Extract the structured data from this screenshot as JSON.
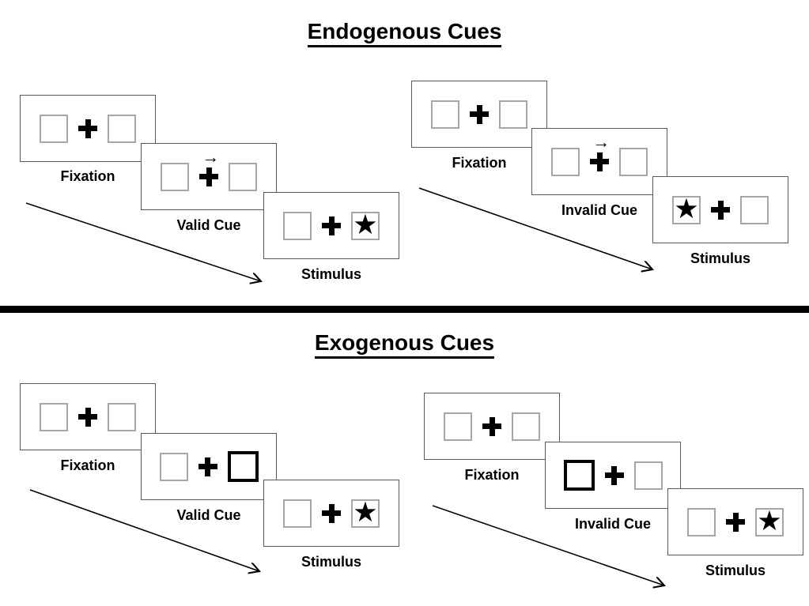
{
  "icons": {
    "star": "★",
    "cue_arrow": "→"
  },
  "colors": {
    "panel_border": "#595959",
    "box_border": "#a6a6a6",
    "cue_highlight_border": "#000000",
    "divider": "#000000",
    "text": "#000000",
    "background": "#ffffff"
  },
  "sections": [
    {
      "id": "endogenous",
      "title": "Endogenous Cues",
      "groups": [
        {
          "id": "valid",
          "cue_style": "central-arrow",
          "cue_direction": "right",
          "stimulus_side": "right",
          "panels": [
            {
              "label": "Fixation"
            },
            {
              "label": "Valid Cue"
            },
            {
              "label": "Stimulus"
            }
          ]
        },
        {
          "id": "invalid",
          "cue_style": "central-arrow",
          "cue_direction": "right",
          "stimulus_side": "left",
          "panels": [
            {
              "label": "Fixation"
            },
            {
              "label": "Invalid Cue"
            },
            {
              "label": "Stimulus"
            }
          ]
        }
      ]
    },
    {
      "id": "exogenous",
      "title": "Exogenous Cues",
      "groups": [
        {
          "id": "valid",
          "cue_style": "peripheral-box-highlight",
          "cue_side": "right",
          "stimulus_side": "right",
          "panels": [
            {
              "label": "Fixation"
            },
            {
              "label": "Valid Cue"
            },
            {
              "label": "Stimulus"
            }
          ]
        },
        {
          "id": "invalid",
          "cue_style": "peripheral-box-highlight",
          "cue_side": "left",
          "stimulus_side": "right",
          "panels": [
            {
              "label": "Fixation"
            },
            {
              "label": "Invalid Cue"
            },
            {
              "label": "Stimulus"
            }
          ]
        }
      ]
    }
  ]
}
